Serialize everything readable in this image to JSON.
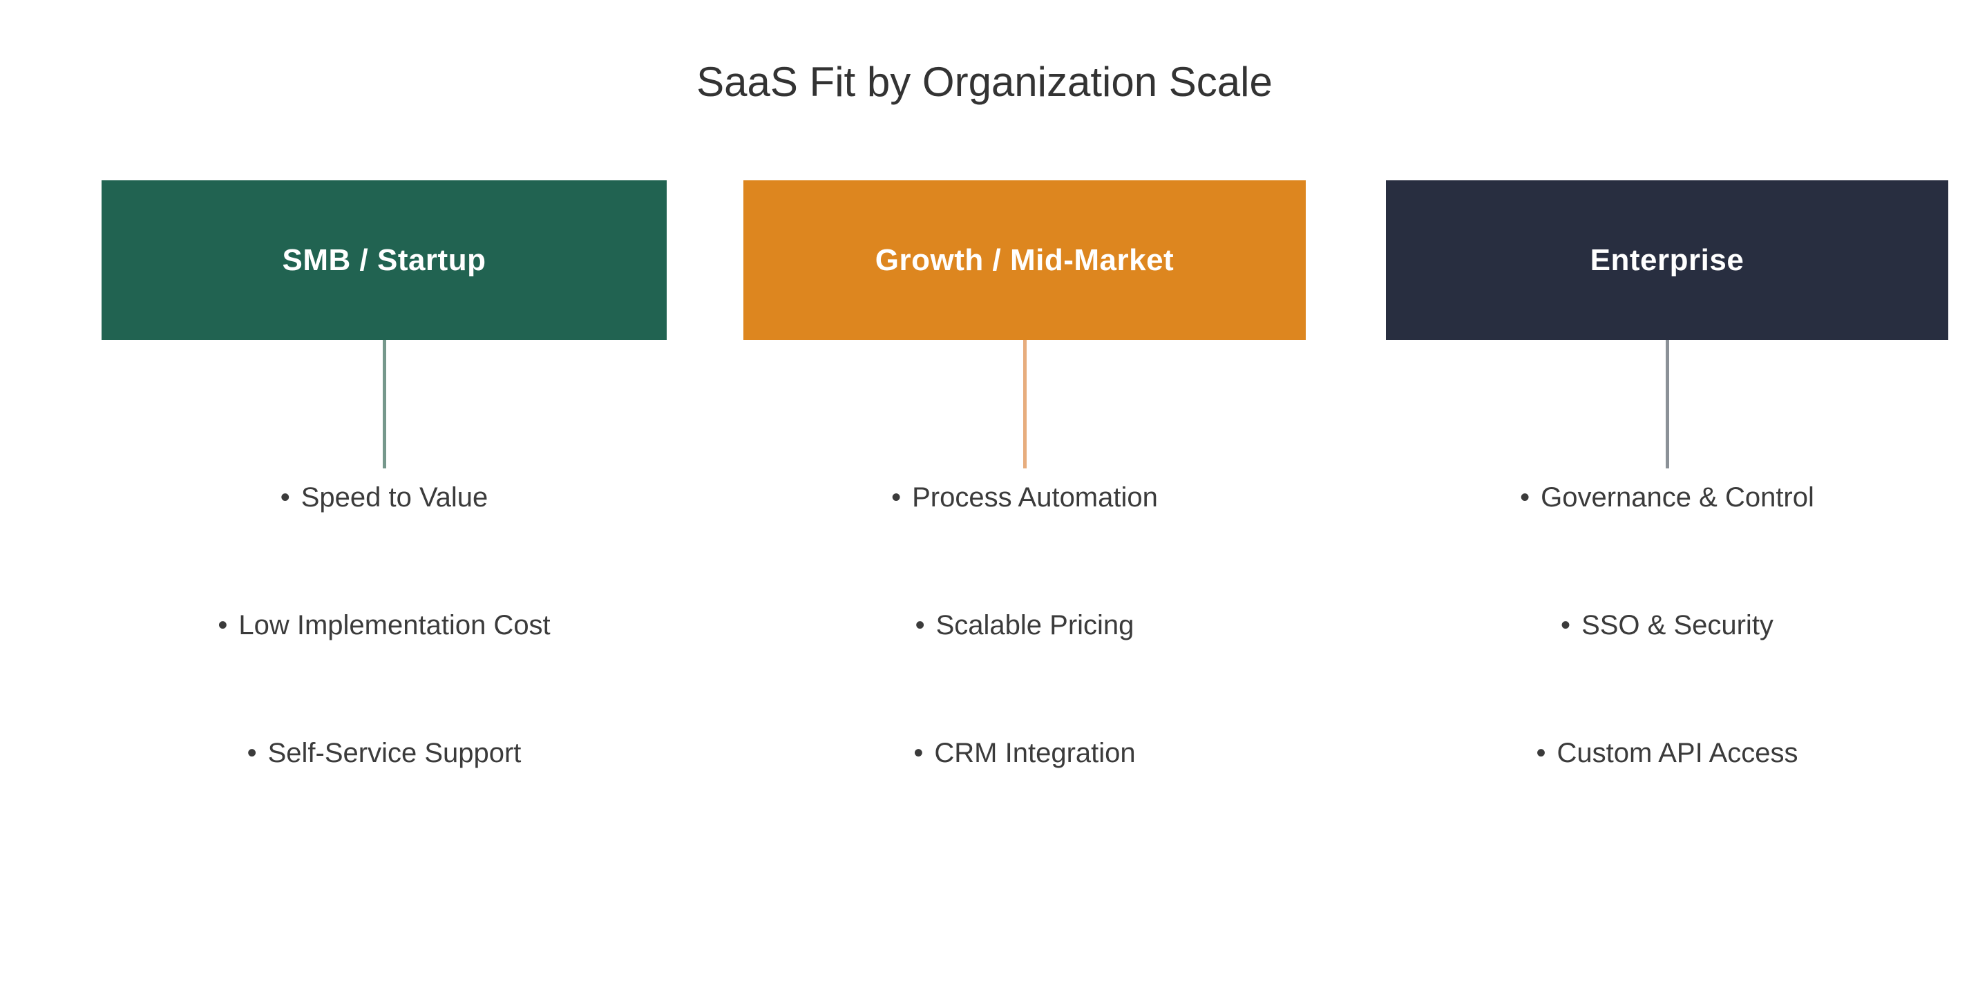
{
  "page": {
    "title": "SaaS Fit by Organization Scale",
    "background": "#ffffff",
    "title_color": "#333333",
    "text_color": "#3b3b3b"
  },
  "bullet_glyph": "•",
  "columns": [
    {
      "title": "SMB / Startup",
      "header_color": "#216351",
      "connector_color": "#76988C",
      "items": [
        "Speed to Value",
        "Low Implementation Cost",
        "Self-Service Support"
      ]
    },
    {
      "title": "Growth / Mid-Market",
      "header_color": "#DD861F",
      "connector_color": "#E7AD7E",
      "items": [
        "Process Automation",
        "Scalable Pricing",
        "CRM Integration"
      ]
    },
    {
      "title": "Enterprise",
      "header_color": "#282E40",
      "connector_color": "#8B9197",
      "items": [
        "Governance & Control",
        "SSO & Security",
        "Custom API Access"
      ]
    }
  ]
}
